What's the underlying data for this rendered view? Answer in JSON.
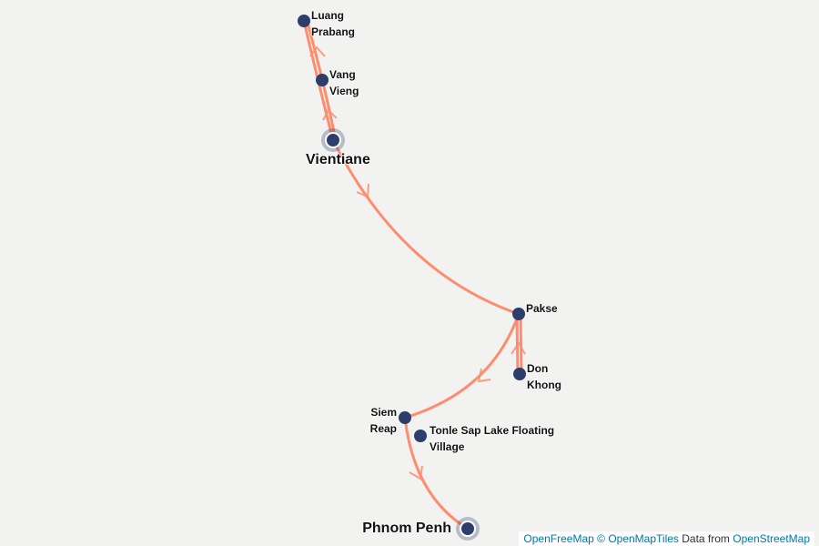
{
  "map": {
    "route_color": "#ff8c6e",
    "marker_color": "#2d3e6b",
    "places": [
      {
        "line1": "Luang",
        "line2": "Prabang"
      },
      {
        "line1": "Vang",
        "line2": "Vieng"
      },
      {
        "line1": "Vientiane"
      },
      {
        "line1": "Pakse"
      },
      {
        "line1": "Don",
        "line2": "Khong"
      },
      {
        "line1": "Siem",
        "line2": "Reap"
      },
      {
        "line1": "Tonle Sap Lake Floating",
        "line2": "Village"
      },
      {
        "line1": "Phnom Penh"
      }
    ]
  },
  "attribution": {
    "openfreemap": "OpenFreeMap",
    "openmaptiles": "© OpenMapTiles",
    "data_from": "Data from",
    "osm": "OpenStreetMap"
  }
}
